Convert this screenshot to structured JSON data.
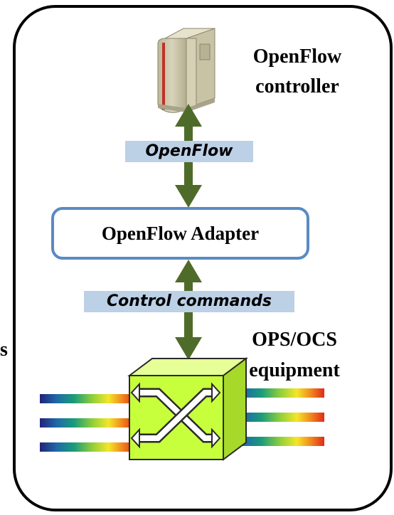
{
  "controller": {
    "line1": "OpenFlow",
    "line2": "controller"
  },
  "openflow_tag": "OpenFlow",
  "adapter_label": "OpenFlow Adapter",
  "control_tag": "Control commands",
  "equipment": {
    "line1": "OPS/OCS",
    "line2": "equipment"
  },
  "side_fragment": "s",
  "colors": {
    "frame": "#000000",
    "arrow": "#4f6b2a",
    "adapter_border": "#5a8ac3",
    "tag_background": "#bcd0e6",
    "switch_fill": "#c8ff3c",
    "switch_top": "#e6ff96",
    "switch_side": "#a6d92a",
    "server_body": "#cfc9ad",
    "server_accent": "#c0302a"
  }
}
